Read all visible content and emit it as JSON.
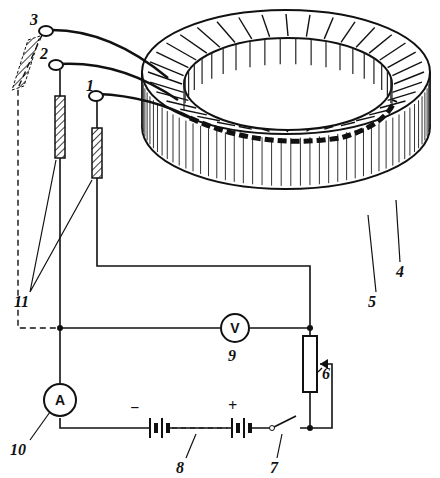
{
  "diagram": {
    "nodes": [
      {
        "text": [
          "V"
        ]
      },
      {
        "text": [
          "A"
        ]
      }
    ],
    "edges": [
      {
        "from": 1,
        "to": 0,
        "arrow": "none"
      }
    ],
    "labels": [
      "3",
      "2",
      "1",
      "4",
      "5",
      "11",
      "9",
      "6",
      "10",
      "8",
      "7",
      "−",
      "+"
    ]
  }
}
